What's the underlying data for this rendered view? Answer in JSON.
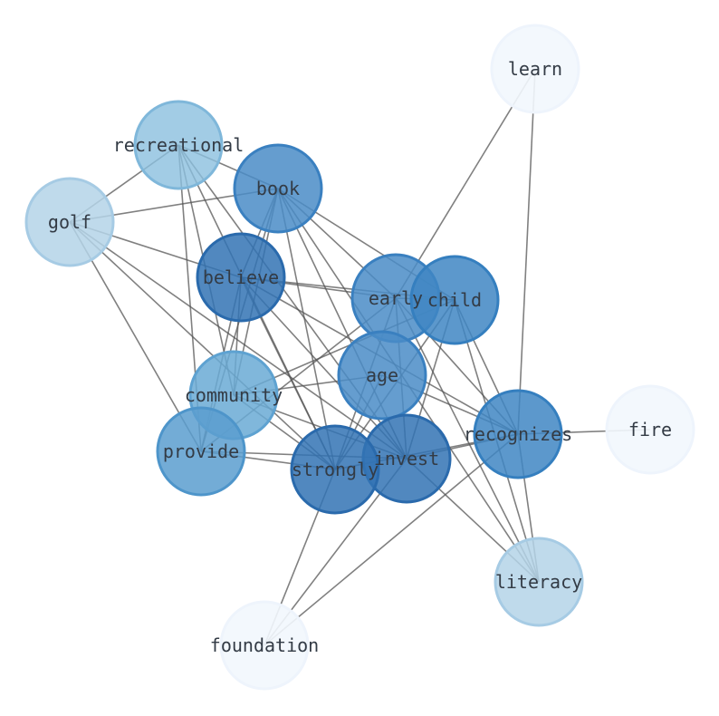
{
  "graph": {
    "nodes": [
      {
        "id": "learn",
        "label": "learn",
        "fill": "#f2f7fd",
        "stroke": "#eef4fc",
        "opacity": 0.9
      },
      {
        "id": "recreational",
        "label": "recreational",
        "fill": "#8bbfde",
        "stroke": "#7fb7da",
        "opacity": 0.8
      },
      {
        "id": "golf",
        "label": "golf",
        "fill": "#b4d3e8",
        "stroke": "#a6cbe4",
        "opacity": 0.85
      },
      {
        "id": "book",
        "label": "book",
        "fill": "#4a8cc7",
        "stroke": "#3a80c0",
        "opacity": 0.85
      },
      {
        "id": "believe",
        "label": "believe",
        "fill": "#3373b4",
        "stroke": "#2a6aac",
        "opacity": 0.85
      },
      {
        "id": "early",
        "label": "early",
        "fill": "#4a8cc7",
        "stroke": "#3a80c0",
        "opacity": 0.85
      },
      {
        "id": "child",
        "label": "child",
        "fill": "#3f86c3",
        "stroke": "#357fbf",
        "opacity": 0.85
      },
      {
        "id": "age",
        "label": "age",
        "fill": "#4a8cc7",
        "stroke": "#3a80c0",
        "opacity": 0.85
      },
      {
        "id": "community",
        "label": "community",
        "fill": "#6aaad5",
        "stroke": "#5ea2d1",
        "opacity": 0.85
      },
      {
        "id": "provide",
        "label": "provide",
        "fill": "#5b9dcf",
        "stroke": "#4e95ca",
        "opacity": 0.85
      },
      {
        "id": "recognizes",
        "label": "recognizes",
        "fill": "#3f86c3",
        "stroke": "#357fbf",
        "opacity": 0.85
      },
      {
        "id": "fire",
        "label": "fire",
        "fill": "#f2f7fd",
        "stroke": "#eef4fc",
        "opacity": 0.9
      },
      {
        "id": "invest",
        "label": "invest",
        "fill": "#3373b4",
        "stroke": "#2a6aac",
        "opacity": 0.85
      },
      {
        "id": "strongly",
        "label": "strongly",
        "fill": "#3373b4",
        "stroke": "#2a6aac",
        "opacity": 0.85
      },
      {
        "id": "literacy",
        "label": "literacy",
        "fill": "#b4d3e8",
        "stroke": "#a6cbe4",
        "opacity": 0.85
      },
      {
        "id": "foundation",
        "label": "foundation",
        "fill": "#f2f7fd",
        "stroke": "#eef4fc",
        "opacity": 0.9
      }
    ],
    "edges": [
      [
        "learn",
        "early"
      ],
      [
        "learn",
        "recognizes"
      ],
      [
        "recreational",
        "golf"
      ],
      [
        "recreational",
        "book"
      ],
      [
        "recreational",
        "community"
      ],
      [
        "recreational",
        "strongly"
      ],
      [
        "recreational",
        "invest"
      ],
      [
        "recreational",
        "provide"
      ],
      [
        "golf",
        "book"
      ],
      [
        "golf",
        "believe"
      ],
      [
        "golf",
        "invest"
      ],
      [
        "golf",
        "strongly"
      ],
      [
        "golf",
        "provide"
      ],
      [
        "book",
        "believe"
      ],
      [
        "book",
        "early"
      ],
      [
        "book",
        "child"
      ],
      [
        "book",
        "community"
      ],
      [
        "book",
        "provide"
      ],
      [
        "book",
        "strongly"
      ],
      [
        "book",
        "invest"
      ],
      [
        "book",
        "literacy"
      ],
      [
        "believe",
        "early"
      ],
      [
        "believe",
        "child"
      ],
      [
        "believe",
        "community"
      ],
      [
        "believe",
        "provide"
      ],
      [
        "believe",
        "strongly"
      ],
      [
        "believe",
        "invest"
      ],
      [
        "believe",
        "recognizes"
      ],
      [
        "early",
        "child"
      ],
      [
        "early",
        "provide"
      ],
      [
        "early",
        "strongly"
      ],
      [
        "early",
        "invest"
      ],
      [
        "early",
        "recognizes"
      ],
      [
        "early",
        "literacy"
      ],
      [
        "child",
        "community"
      ],
      [
        "child",
        "strongly"
      ],
      [
        "child",
        "invest"
      ],
      [
        "child",
        "recognizes"
      ],
      [
        "child",
        "literacy"
      ],
      [
        "age",
        "community"
      ],
      [
        "age",
        "strongly"
      ],
      [
        "age",
        "recognizes"
      ],
      [
        "community",
        "invest"
      ],
      [
        "community",
        "strongly"
      ],
      [
        "provide",
        "invest"
      ],
      [
        "provide",
        "strongly"
      ],
      [
        "recognizes",
        "fire"
      ],
      [
        "recognizes",
        "invest"
      ],
      [
        "recognizes",
        "strongly"
      ],
      [
        "recognizes",
        "literacy"
      ],
      [
        "recognizes",
        "foundation"
      ],
      [
        "strongly",
        "foundation"
      ],
      [
        "invest",
        "foundation"
      ],
      [
        "invest",
        "literacy"
      ]
    ]
  }
}
